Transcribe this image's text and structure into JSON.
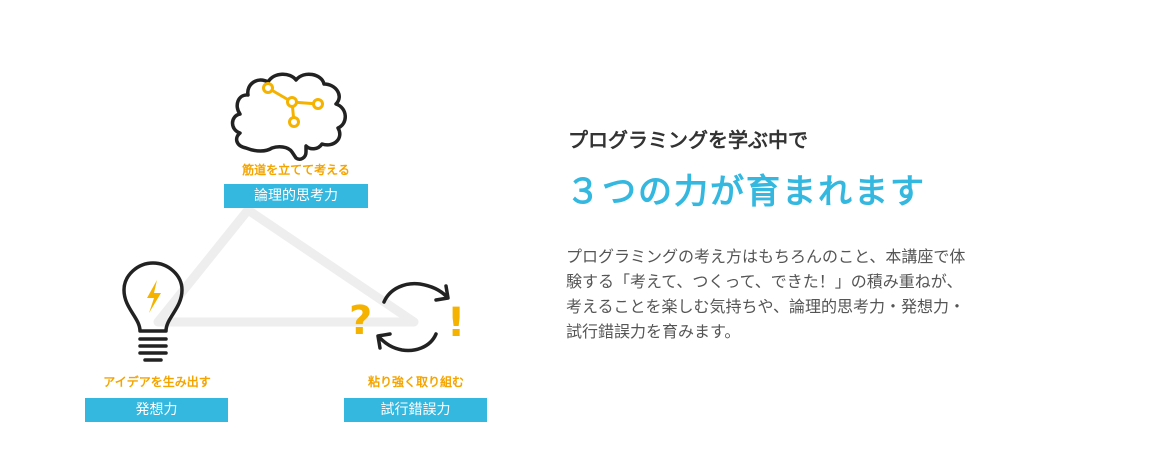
{
  "diagram": {
    "nodes": {
      "logical": {
        "caption": "筋道を立てて考える",
        "label": "論理的思考力",
        "icon": "brain-icon"
      },
      "creative": {
        "caption": "アイデアを生み出す",
        "label": "発想力",
        "icon": "lightbulb-icon"
      },
      "persistence": {
        "caption": "粘り強く取り組む",
        "label": "試行錯誤力",
        "icon": "cycle-question-exclamation-icon"
      }
    },
    "colors": {
      "accent": "#34b8e0",
      "caption": "#f5a500",
      "icon_stroke": "#222222",
      "triangle": "#eeeeee"
    }
  },
  "text": {
    "headline": "プログラミングを学ぶ中で",
    "title": "３つの力が育まれます",
    "body_lines": [
      "プログラミングの考え方はもちろんのこと、本講座で体",
      "験する「考えて、つくって、できた！」の積み重ねが、",
      "考えることを楽しむ気持ちや、論理的思考力・発想力・",
      "試行錯誤力を育みます。"
    ]
  }
}
